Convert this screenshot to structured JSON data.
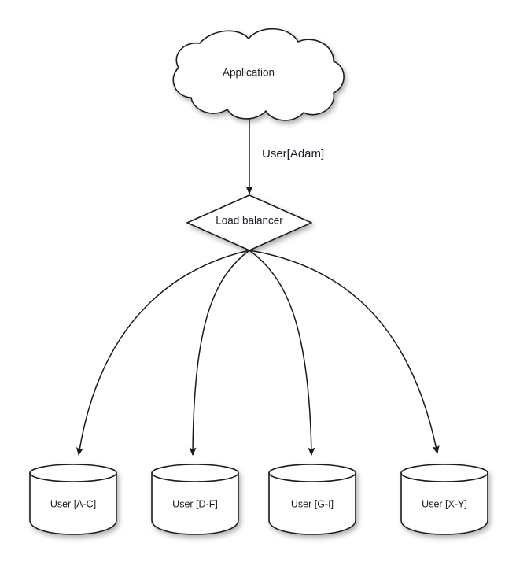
{
  "diagram": {
    "background_color": "#ffffff",
    "stroke_color": "#1a1a1a",
    "text_color": "#1c1c24",
    "application": {
      "label": "Application",
      "shape": "cloud"
    },
    "load_balancer": {
      "label": "Load balancer",
      "shape": "diamond"
    },
    "edge_from_application": {
      "label": "User[Adam]"
    },
    "databases": [
      {
        "label": "User [A-C]",
        "shape": "cylinder"
      },
      {
        "label": "User [D-F]",
        "shape": "cylinder"
      },
      {
        "label": "User [G-I]",
        "shape": "cylinder"
      },
      {
        "label": "User [X-Y]",
        "shape": "cylinder"
      }
    ]
  }
}
